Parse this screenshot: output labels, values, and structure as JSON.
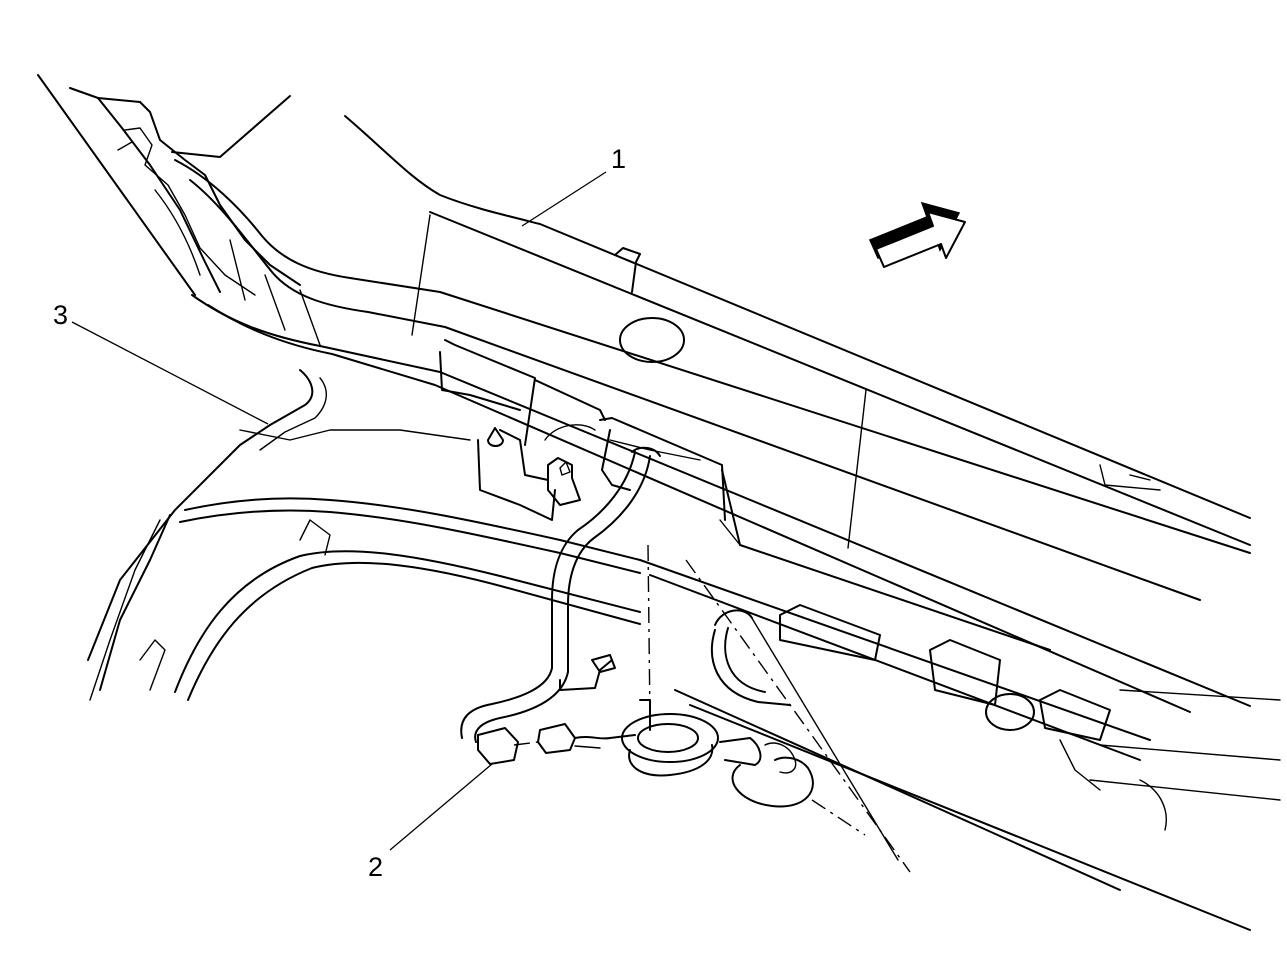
{
  "callouts": {
    "c1": "1",
    "c2": "2",
    "c3": "3"
  },
  "icons": {
    "direction": "direction-arrow-icon"
  },
  "colors": {
    "line": "#000000",
    "background": "#ffffff"
  }
}
